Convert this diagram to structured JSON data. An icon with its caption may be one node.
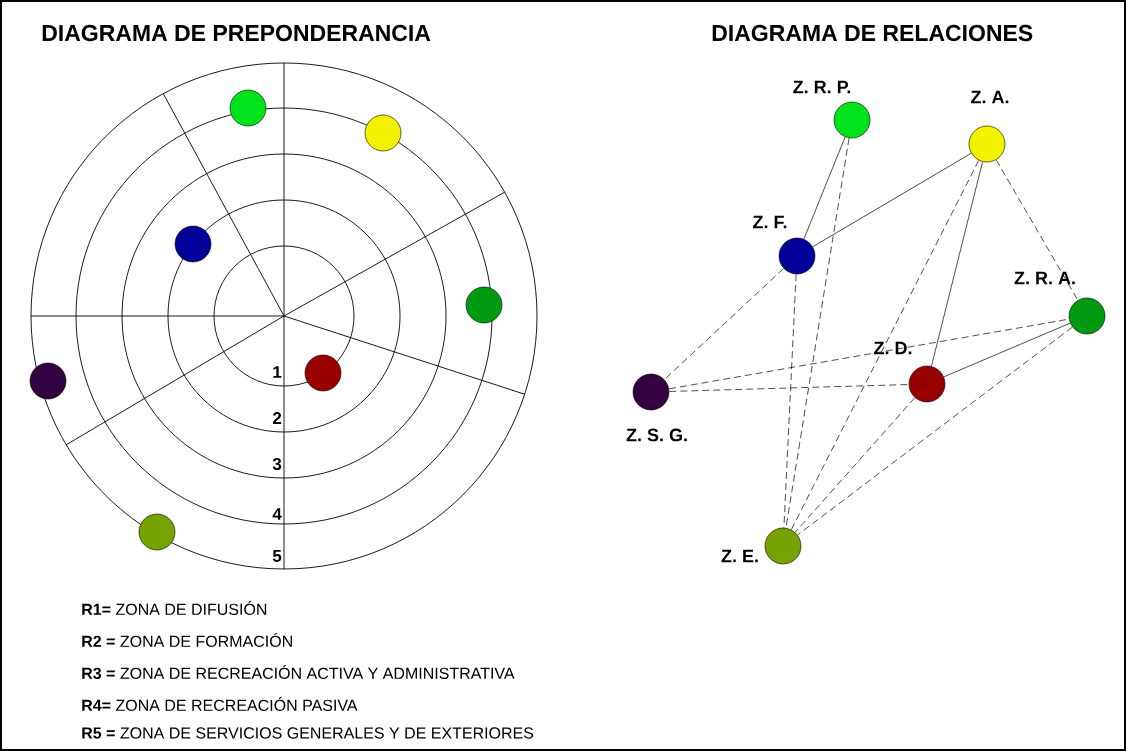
{
  "diagram": {
    "nodes": [
      {
        "text": [],
        "shape": "circle"
      },
      {
        "text": [],
        "shape": "circle"
      },
      {
        "text": [],
        "shape": "circle"
      },
      {
        "text": [],
        "shape": "circle"
      },
      {
        "text": [],
        "shape": "circle"
      },
      {
        "text": [],
        "shape": "circle"
      },
      {
        "text": [],
        "shape": "circle"
      },
      {
        "text": [
          "Z. R. P."
        ]
      },
      {
        "text": [
          "Z. A."
        ]
      },
      {
        "text": [
          "Z. F."
        ]
      },
      {
        "text": [
          "Z. R. A."
        ]
      },
      {
        "text": [
          "Z. D."
        ]
      },
      {
        "text": [
          "Z. S. G."
        ]
      },
      {
        "text": [
          "Z. E."
        ]
      }
    ],
    "edges": [
      {
        "from": 7,
        "to": 9,
        "arrow": "none"
      },
      {
        "from": 8,
        "to": 9,
        "arrow": "none"
      },
      {
        "from": 8,
        "to": 11,
        "arrow": "none"
      },
      {
        "from": 11,
        "to": 10,
        "arrow": "none"
      },
      {
        "from": 7,
        "to": 13,
        "arrow": "none",
        "style": "dashed"
      },
      {
        "from": 8,
        "to": 10,
        "arrow": "none",
        "style": "dashed"
      },
      {
        "from": 8,
        "to": 13,
        "arrow": "none",
        "style": "dashed"
      },
      {
        "from": 9,
        "to": 12,
        "arrow": "none",
        "style": "dashed"
      },
      {
        "from": 9,
        "to": 13,
        "arrow": "none",
        "style": "dashed"
      },
      {
        "from": 12,
        "to": 10,
        "arrow": "none",
        "style": "dashed"
      },
      {
        "from": 12,
        "to": 11,
        "arrow": "none",
        "style": "dashed"
      },
      {
        "from": 11,
        "to": 13,
        "arrow": "none",
        "style": "dashed"
      },
      {
        "from": 10,
        "to": 13,
        "arrow": "none",
        "style": "dashed"
      }
    ],
    "labels": [
      "DIAGRAMA DE PREPONDERANCIA",
      "DIAGRAMA DE RELACIONES",
      "1",
      "2",
      "3",
      "4",
      "5",
      "**R1=** ZONA DE DIFUSIÓN",
      "**R2 =** ZONA DE FORMACIÓN",
      "**R3 =** ZONA DE RECREACIÓN ACTIVA Y ADMINISTRATIVA",
      "**R4=** ZONA DE RECREACIÓN PASIVA",
      "**R5 =** ZONA DE SERVICIOS GENERALES Y DE EXTERIORES"
    ]
  }
}
